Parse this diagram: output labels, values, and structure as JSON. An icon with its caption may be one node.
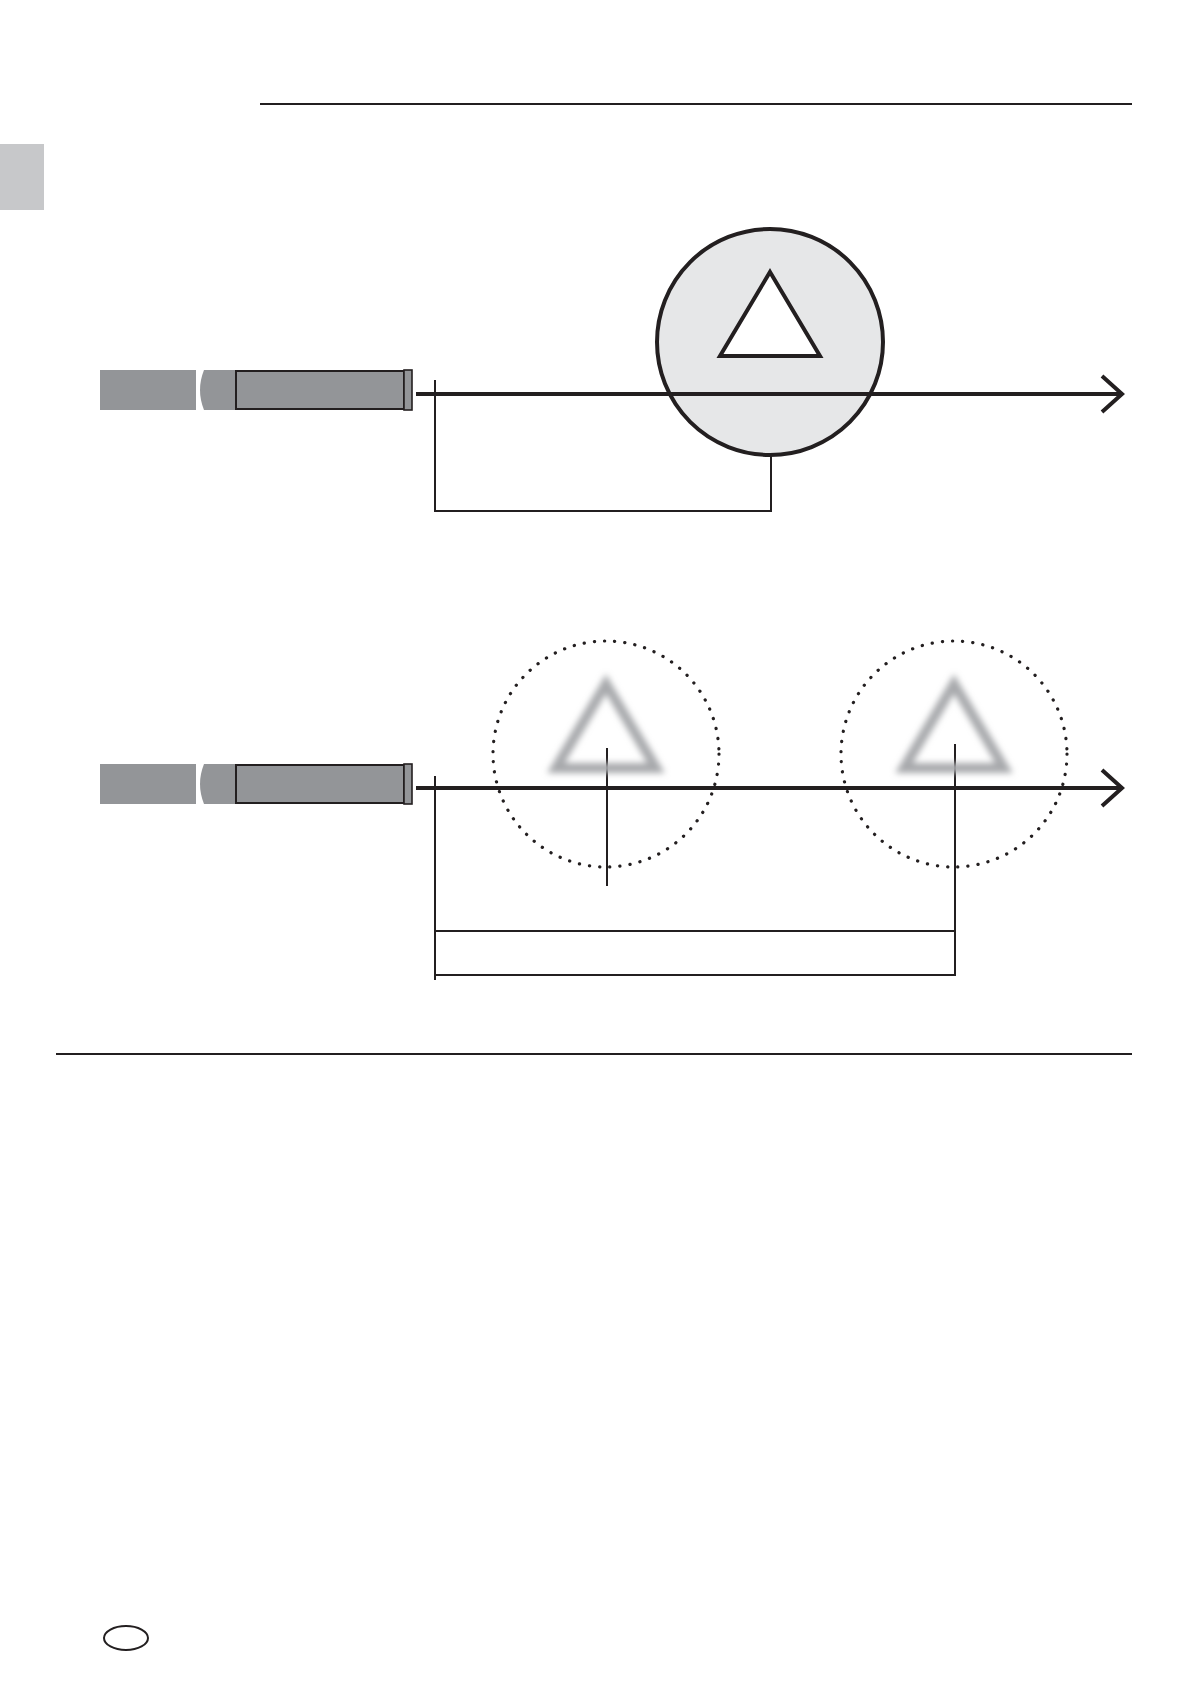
{
  "diagram": {
    "nodes": [
      {
        "text": [],
        "shape": "bar"
      },
      {
        "text": [],
        "shape": "circle"
      },
      {
        "text": [],
        "shape": "bar"
      },
      {
        "text": [],
        "shape": "circle"
      },
      {
        "text": [],
        "shape": "circle"
      }
    ],
    "edges": [
      {
        "from": 0,
        "to": null,
        "arrow": "to"
      },
      {
        "from": 2,
        "to": null,
        "arrow": "to"
      }
    ]
  }
}
